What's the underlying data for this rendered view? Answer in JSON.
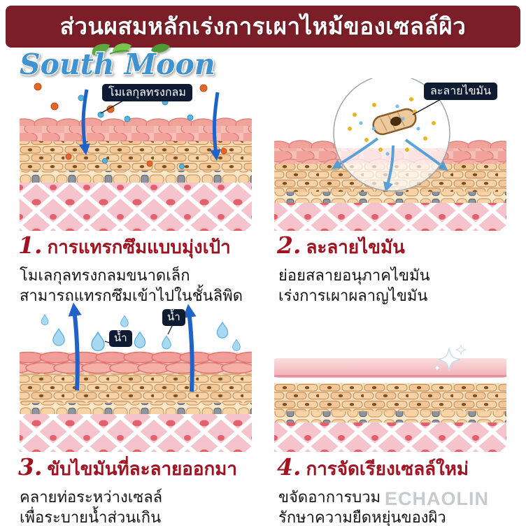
{
  "header": {
    "title": "ส่วนผสมหลักเร่งการเผาไหม้ของเซลล์ผิว",
    "bg_color": "#7b1e28"
  },
  "logo": {
    "text": "South Moon",
    "color": "#3f93d2"
  },
  "panels": [
    {
      "number": "1.",
      "title": "การแทรกซึมแบบมุ่งเป้า",
      "callout": "โมเลกุลทรงกลม",
      "desc_lines": [
        "โมเลกุลทรงกลมขนาดเล็ก",
        "สามารถแทรกซึมเข้าไปในชั้นลิพิด"
      ]
    },
    {
      "number": "2.",
      "title": "ละลายไขมัน",
      "callout": "ละลายไขมัน",
      "desc_lines": [
        "ย่อยสลายอนุภาคไขมัน",
        "เร่งการเผาผลาญไขมัน"
      ]
    },
    {
      "number": "3.",
      "title": "ขับไขมันที่ละลายออกมา",
      "callout": "น้ำ",
      "callout2": "น้ำ",
      "desc_lines": [
        "คลายท่อระหว่างเซลล์",
        "เพื่อระบายน้ำส่วนเกิน"
      ]
    },
    {
      "number": "4.",
      "title": "การจัดเรียงเซลล์ใหม่",
      "desc_lines": [
        "ขจัดอาการบวม",
        "รักษาความยืดหยุ่นของผิว"
      ]
    }
  ],
  "watermark": "ECHAOLIN",
  "colors": {
    "accent_red": "#a31220",
    "arrow_blue": "#1f63c8",
    "chip_bg": "#0f1b33",
    "leaf_green": "#5aa83e"
  }
}
